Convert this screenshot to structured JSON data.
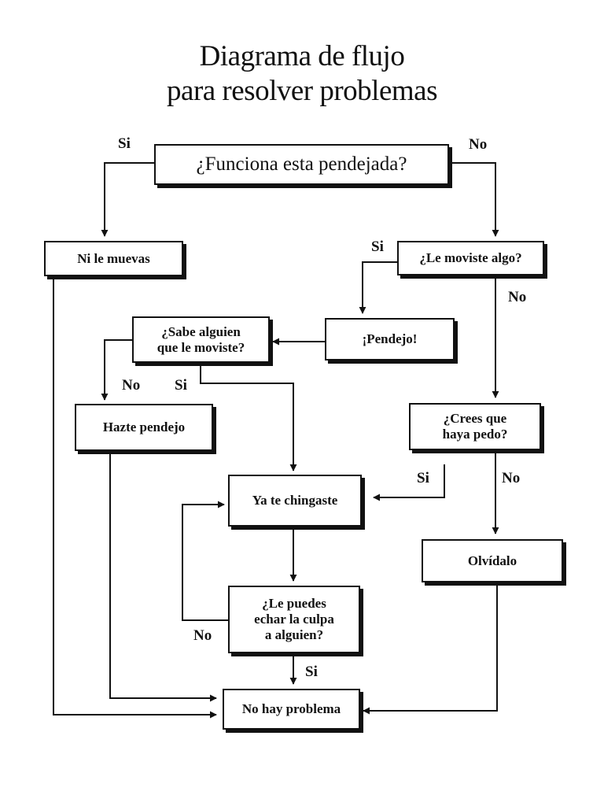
{
  "title": {
    "line1": "Diagrama de flujo",
    "line2": "para resolver problemas"
  },
  "nodes": {
    "q_funciona": "¿Funciona esta pendejada?",
    "ni_le_muevas": "Ni le muevas",
    "q_moviste": "¿Le moviste algo?",
    "pendejo": "¡Pendejo!",
    "q_sabe": "¿Sabe alguien\nque le moviste?",
    "hazte_pendejo": "Hazte pendejo",
    "q_pedo": "¿Crees que\nhaya pedo?",
    "ya_te_chingaste": "Ya te chingaste",
    "olvidalo": "Olvídalo",
    "q_culpa": "¿Le puedes\nechar la culpa\na alguien?",
    "no_hay_problema": "No hay problema"
  },
  "edge_labels": {
    "funciona_si": "Si",
    "funciona_no": "No",
    "moviste_si": "Si",
    "moviste_no": "No",
    "sabe_no": "No",
    "sabe_si": "Si",
    "pedo_si": "Si",
    "pedo_no": "No",
    "culpa_no": "No",
    "culpa_si": "Si"
  }
}
